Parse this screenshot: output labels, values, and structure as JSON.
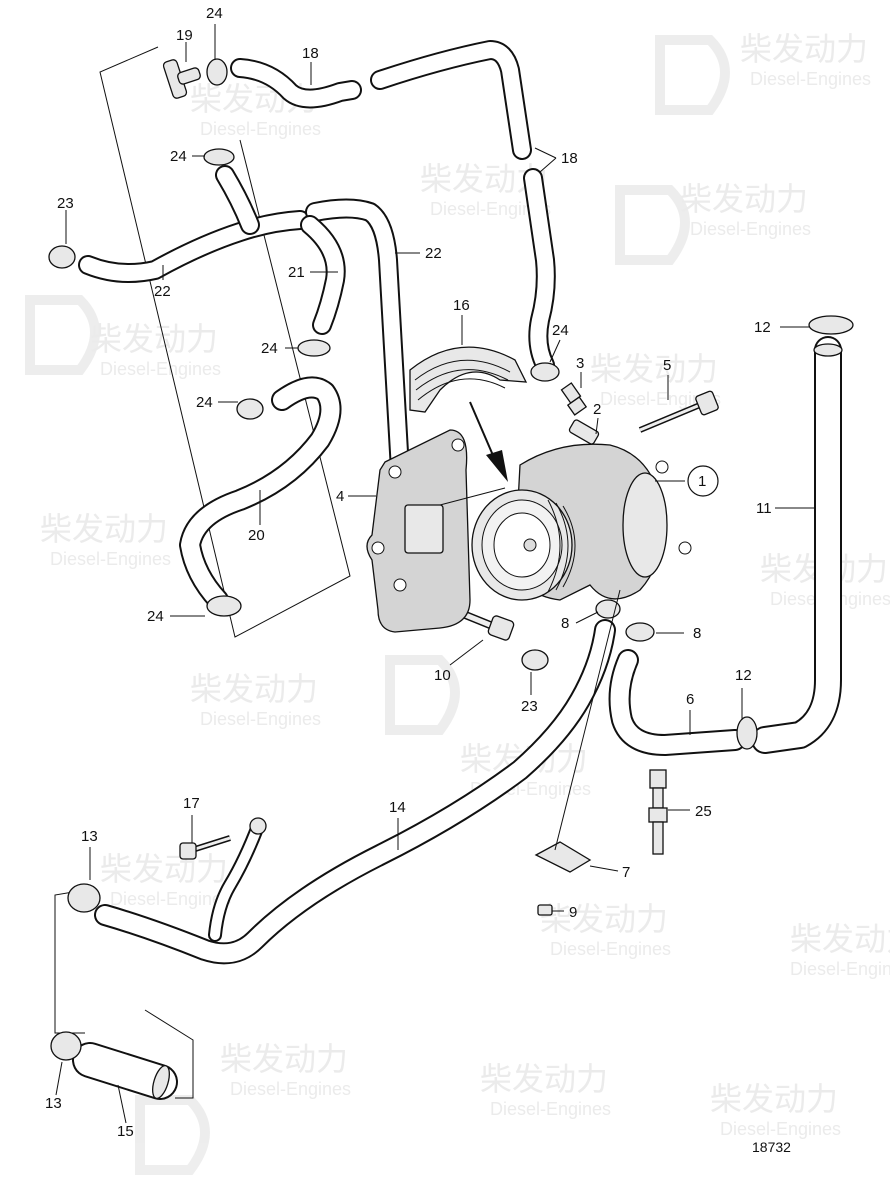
{
  "diagram": {
    "figure_number": "18732",
    "watermark": {
      "brand_cn": "柴发动力",
      "brand_en": "Diesel-Engines"
    },
    "callout_circled": "1",
    "labels": {
      "l24a": "24",
      "l19": "19",
      "l18a": "18",
      "l18b": "18",
      "l24b": "24",
      "l23a": "23",
      "l22a": "22",
      "l22b": "22",
      "l21": "21",
      "l16": "16",
      "l24c": "24",
      "l3": "3",
      "l12a": "12",
      "l24d": "24",
      "l5": "5",
      "l2": "2",
      "l24e": "24",
      "l4": "4",
      "l20": "20",
      "l11": "11",
      "l24f": "24",
      "l8a": "8",
      "l8b": "8",
      "l10": "10",
      "l12b": "12",
      "l6": "6",
      "l23b": "23",
      "l17": "17",
      "l14": "14",
      "l25": "25",
      "l13a": "13",
      "l7": "7",
      "l9": "9",
      "l13b": "13",
      "l15": "15"
    }
  }
}
